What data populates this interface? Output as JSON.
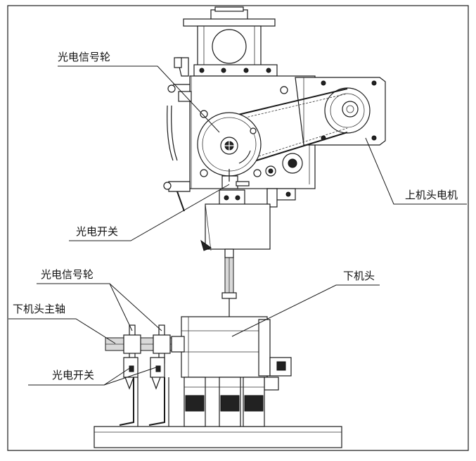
{
  "labels": {
    "upper_signal_wheel": "光电信号轮",
    "upper_photo_switch": "光电开关",
    "upper_head_motor": "上机头电机",
    "lower_signal_wheel": "光电信号轮",
    "lower_head_spindle": "下机头主轴",
    "lower_head": "下机头",
    "lower_photo_switch": "光电开关"
  },
  "colors": {
    "line": "#1a1a1a",
    "background": "#ffffff",
    "shade": "#d9d9d9"
  }
}
